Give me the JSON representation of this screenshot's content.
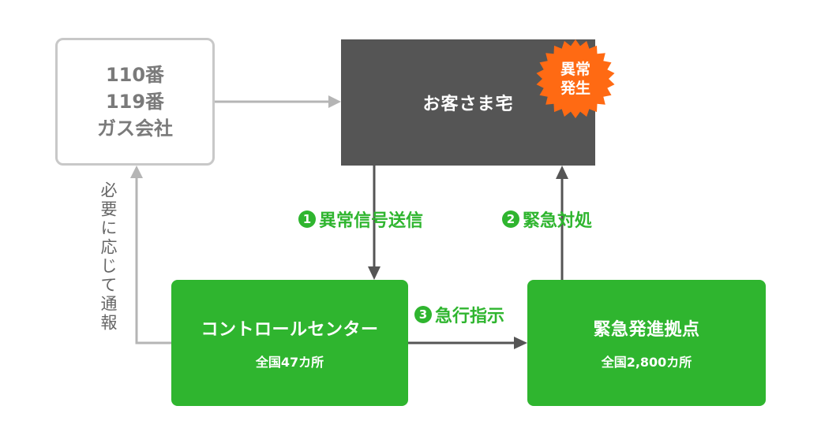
{
  "emergency_contacts": {
    "lines": [
      "110番",
      "119番",
      "ガス会社"
    ]
  },
  "home": {
    "label": "お客さま宅",
    "badge_lines": [
      "異常",
      "発生"
    ]
  },
  "control_center": {
    "label": "コントロールセンター",
    "sub": "全国47カ所"
  },
  "emergency_base": {
    "label": "緊急発進拠点",
    "sub": "全国2,800カ所"
  },
  "steps": {
    "step1": {
      "num": "1",
      "label": "異常信号送信"
    },
    "step2": {
      "num": "2",
      "label": "緊急対処"
    },
    "step3": {
      "num": "3",
      "label": "急行指示"
    }
  },
  "side_note": "必要に応じて通報",
  "colors": {
    "green": "#2fb52f",
    "dark": "#555555",
    "gray_border": "#c8c8c8",
    "orange": "#ff6a13"
  }
}
